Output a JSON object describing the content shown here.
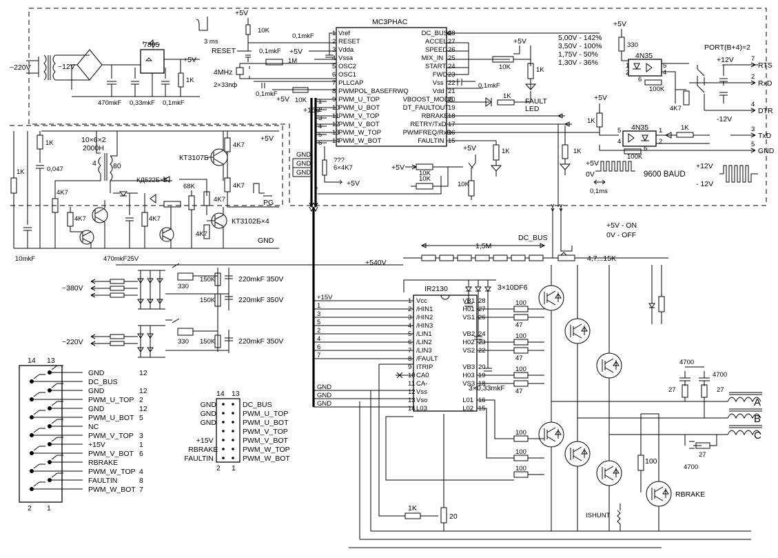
{
  "mc3phac": {
    "title": "MC3PHAC",
    "pins_left": [
      {
        "n": "1",
        "name": "Vref"
      },
      {
        "n": "2",
        "name": "RESET"
      },
      {
        "n": "3",
        "name": "Vdda"
      },
      {
        "n": "4",
        "name": "Vssa"
      },
      {
        "n": "5",
        "name": "OSC2"
      },
      {
        "n": "6",
        "name": "OSC1"
      },
      {
        "n": "7",
        "name": "PLLCAP"
      },
      {
        "n": "8",
        "name": "PWMPOL_BASEFRWQ"
      },
      {
        "n": "9",
        "name": "PWM_U_TOP"
      },
      {
        "n": "10",
        "name": "PWM_U_BOT"
      },
      {
        "n": "11",
        "name": "PWM_V_TOP"
      },
      {
        "n": "12",
        "name": "PWM_V_BOT"
      },
      {
        "n": "13",
        "name": "PWM_W_TOP"
      },
      {
        "n": "14",
        "name": "PWM_W_BOT"
      }
    ],
    "pins_right": [
      {
        "n": "28",
        "name": "DC_BUS"
      },
      {
        "n": "27",
        "name": "ACCEL"
      },
      {
        "n": "26",
        "name": "SPEED"
      },
      {
        "n": "25",
        "name": "MIX_IN"
      },
      {
        "n": "24",
        "name": "START"
      },
      {
        "n": "23",
        "name": "FWD"
      },
      {
        "n": "22",
        "name": "Vss"
      },
      {
        "n": "21",
        "name": "Vdd"
      },
      {
        "n": "20",
        "name": "VBOOST_MODE"
      },
      {
        "n": "19",
        "name": "DT_FAULTOUT"
      },
      {
        "n": "18",
        "name": "RBRAKE"
      },
      {
        "n": "17",
        "name": "RETRY/TxD"
      },
      {
        "n": "16",
        "name": "PWMFREQ/RxD"
      },
      {
        "n": "15",
        "name": "FAULTIN"
      }
    ],
    "left_bus_nums": [
      "1",
      "2",
      "3",
      "4",
      "5",
      "6"
    ]
  },
  "ir2130": {
    "title": "IR2130",
    "pins_left": [
      {
        "n": "1",
        "name": "Vcc"
      },
      {
        "n": "2",
        "name": "/HIN1"
      },
      {
        "n": "3",
        "name": "/HIN2"
      },
      {
        "n": "4",
        "name": "/HIN3"
      },
      {
        "n": "5",
        "name": "/LIN1"
      },
      {
        "n": "6",
        "name": "/LIN2"
      },
      {
        "n": "7",
        "name": "/LIN3"
      },
      {
        "n": "8",
        "name": "/FAULT"
      },
      {
        "n": "9",
        "name": "ITRIP"
      },
      {
        "n": "10",
        "name": "CA0"
      },
      {
        "n": "11",
        "name": "CA-"
      },
      {
        "n": "12",
        "name": "Vss"
      },
      {
        "n": "13",
        "name": "Vso"
      },
      {
        "n": "14",
        "name": "L03"
      }
    ],
    "pins_right": [
      {
        "n": "28",
        "name": "VB1"
      },
      {
        "n": "27",
        "name": "H01"
      },
      {
        "n": "26",
        "name": "VS1"
      },
      {
        "n": "24",
        "name": "VB2"
      },
      {
        "n": "23",
        "name": "H02"
      },
      {
        "n": "22",
        "name": "VS2"
      },
      {
        "n": "20",
        "name": "VB3"
      },
      {
        "n": "19",
        "name": "H03"
      },
      {
        "n": "18",
        "name": "VS3"
      },
      {
        "n": "16",
        "name": "L01"
      },
      {
        "n": "15",
        "name": "L02"
      }
    ],
    "left_bus_labels": [
      "+15V",
      "1",
      "3",
      "5",
      "2",
      "4",
      "6",
      "7"
    ],
    "gnd_labels": [
      "GND",
      "GND",
      "GND"
    ]
  },
  "power": {
    "ac220": "~220V",
    "ac12": "~12V",
    "reg": "7805",
    "v5": "+5V",
    "c470": "470mkF",
    "c033": "0,33mkF",
    "c01": "0,1mkF",
    "r1k": "1K"
  },
  "labels": {
    "plus5v": "+5V",
    "r10k": "10K",
    "c01": "0,1mkF",
    "ms3": "3 ms",
    "reset": "RESET",
    "mhz4": "4MHz",
    "c2x33": "2×33пф",
    "r1m": "1M",
    "plus15v": "+15V",
    "q3": "???",
    "r6x4k7": "6×4K7",
    "gnd": "GND",
    "r10k2": "10K",
    "r1k2": "1K",
    "fault_led": "FAULT LED",
    "fault": "FAULT",
    "led": "LED"
  },
  "legend": {
    "lines": [
      "5,00V - 142%",
      "3,50V - 100%",
      "1,75V - 50%",
      "1,30V - 36%"
    ],
    "port": "PORT(B+4)=2"
  },
  "uart": {
    "opto1": "4N35",
    "opto2": "4N35",
    "r330": "330",
    "r100k": "100K",
    "r100k2": "100K",
    "r4k7": "4K7",
    "r1k": "1K",
    "r1k3": "1K",
    "p12": "+12V",
    "m12": "-12V",
    "p5": "+5V",
    "pins": [
      {
        "n": "7",
        "name": "RTS"
      },
      {
        "n": "2",
        "name": "RxD"
      },
      {
        "n": "4",
        "name": "DTR"
      },
      {
        "n": "3",
        "name": "TxD"
      },
      {
        "n": "5",
        "name": "GND"
      }
    ],
    "baud": "9600 BAUD",
    "wave_v5": "+5V",
    "wave_0v": "0V",
    "wave_t": "0,1ms",
    "wave_p12": "+12V",
    "wave_m12": "- 12V"
  },
  "flyback": {
    "core": "10×6×2",
    "core2": "2000H",
    "w4": "4",
    "w80": "80",
    "diodes": "КД522Б×3",
    "pnp": "КТ3107Б",
    "npn": "КТ3102Б×4",
    "r4k7": "4K7",
    "r68k": "68K",
    "r1k": "1K",
    "c047": "0,047",
    "c10": "10mkF",
    "c470": "470mkF25V",
    "p5": "+5V",
    "gnd": "GND",
    "pg": "PG"
  },
  "hv": {
    "v540": "+540V",
    "r15m": "1,5M",
    "dcbus": "DC_BUS",
    "r47k": "4,7...15K",
    "on": "+5V - ON",
    "off": "0V - OFF",
    "v380": "~380V",
    "v220": "~220V",
    "r330": "330",
    "r150k": "150K",
    "c220": "220mkF 350V"
  },
  "bridge": {
    "r100": "100",
    "r47": "47",
    "diodes": "3×10DF6",
    "caps": "3×0,33mkF",
    "r1k": "1K",
    "r20": "20",
    "shunt": "ISHUNT",
    "rbrake": "RBRAKE",
    "phases": [
      "A",
      "B",
      "C"
    ],
    "c4700": "4700",
    "r27": "27"
  },
  "connector": {
    "top_nums": [
      "14",
      "13"
    ],
    "bottom_nums": [
      "2",
      "1"
    ],
    "rows": [
      {
        "label": "GND",
        "num": "12"
      },
      {
        "label": "DC_BUS",
        "num": ""
      },
      {
        "label": "GND",
        "num": "12"
      },
      {
        "label": "PWM_U_TOP",
        "num": "2"
      },
      {
        "label": "GND",
        "num": "12"
      },
      {
        "label": "PWM_U_BOT",
        "num": "5"
      },
      {
        "label": "NC",
        "num": ""
      },
      {
        "label": "PWM_V_TOP",
        "num": "3"
      },
      {
        "label": "+15V",
        "num": "1"
      },
      {
        "label": "PWM_V_BOT",
        "num": "6"
      },
      {
        "label": "RBRAKE",
        "num": ""
      },
      {
        "label": "PWM_W_TOP",
        "num": "4"
      },
      {
        "label": "FAULTIN",
        "num": "8"
      },
      {
        "label": "PWM_W_BOT",
        "num": "7"
      }
    ]
  },
  "header": {
    "top_nums": [
      "14",
      "13"
    ],
    "bottom_nums": [
      "2",
      "1"
    ],
    "left": [
      "GND",
      "GND",
      "GND",
      "",
      "+15V",
      "RBRAKE",
      "FAULTIN"
    ],
    "right": [
      "DC_BUS",
      "PWM_U_TOP",
      "PWM_U_BOT",
      "PWM_V_TOP",
      "PWM_V_BOT",
      "PWM_W_TOP",
      "PWM_W_BOT"
    ]
  }
}
